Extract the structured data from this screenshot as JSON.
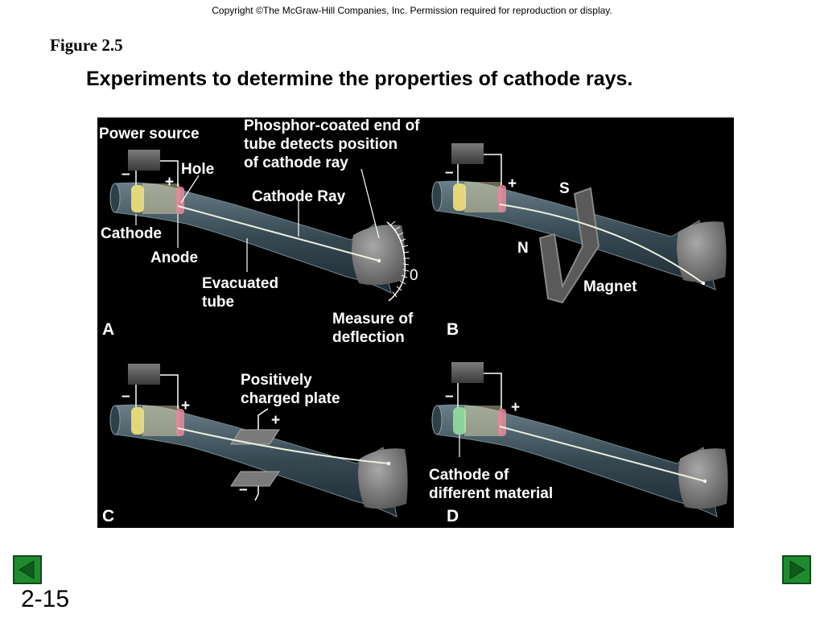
{
  "header": {
    "copyright": "Copyright ©The McGraw-Hill Companies, Inc.  Permission required for reproduction or display.",
    "figure_label": "Figure 2.5",
    "title": "Experiments to determine the properties of cathode rays."
  },
  "panels": {
    "a": {
      "letter": "A",
      "power_source": "Power source",
      "minus": "–",
      "plus": "+",
      "hole": "Hole",
      "phosphor_line1": "Phosphor-coated end of",
      "phosphor_line2": "tube detects position",
      "phosphor_line3": "of cathode ray",
      "cathode_ray": "Cathode Ray",
      "cathode": "Cathode",
      "anode": "Anode",
      "evacuated_line1": "Evacuated",
      "evacuated_line2": "tube",
      "scale_zero": "0",
      "measure_line1": "Measure of",
      "measure_line2": "deflection"
    },
    "b": {
      "letter": "B",
      "minus": "–",
      "plus": "+",
      "s_pole": "S",
      "n_pole": "N",
      "magnet": "Magnet"
    },
    "c": {
      "letter": "C",
      "minus": "–",
      "plus": "+",
      "plate_line1": "Positively",
      "plate_line2": "charged plate",
      "plate_plus": "+",
      "plate_minus": "–"
    },
    "d": {
      "letter": "D",
      "minus": "–",
      "plus": "+",
      "cathode_line1": "Cathode of",
      "cathode_line2": "different material"
    }
  },
  "colors": {
    "tube": "#4f6570",
    "screen": "#8a8a8a",
    "cathode": "#f2e27a",
    "anode": "#e88a9a",
    "cathode_d": "#8fe0a0",
    "beam": "#eef0e0",
    "nav_green": "#1f8a2e"
  },
  "footer": {
    "slide_number": "2-15"
  }
}
